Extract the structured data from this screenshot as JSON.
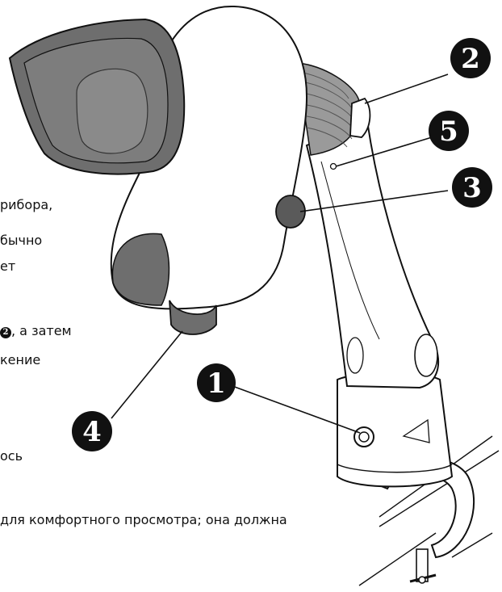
{
  "text_fragments": {
    "line1": "рибора,",
    "line2": "бычно",
    "line3": "ет",
    "line4_badge": "2",
    "line4_rest": ", а затем",
    "line5": "кение",
    "line6": "ось",
    "line7": "для комфортного просмотра; она должна"
  },
  "callouts": [
    {
      "id": 1,
      "label": "1"
    },
    {
      "id": 2,
      "label": "2"
    },
    {
      "id": 3,
      "label": "3"
    },
    {
      "id": 4,
      "label": "4"
    },
    {
      "id": 5,
      "label": "5"
    }
  ],
  "colors": {
    "ink": "#111111",
    "dark_gray": "#6e6e6e",
    "mid_gray": "#8a8a8a",
    "light": "#ffffff"
  }
}
